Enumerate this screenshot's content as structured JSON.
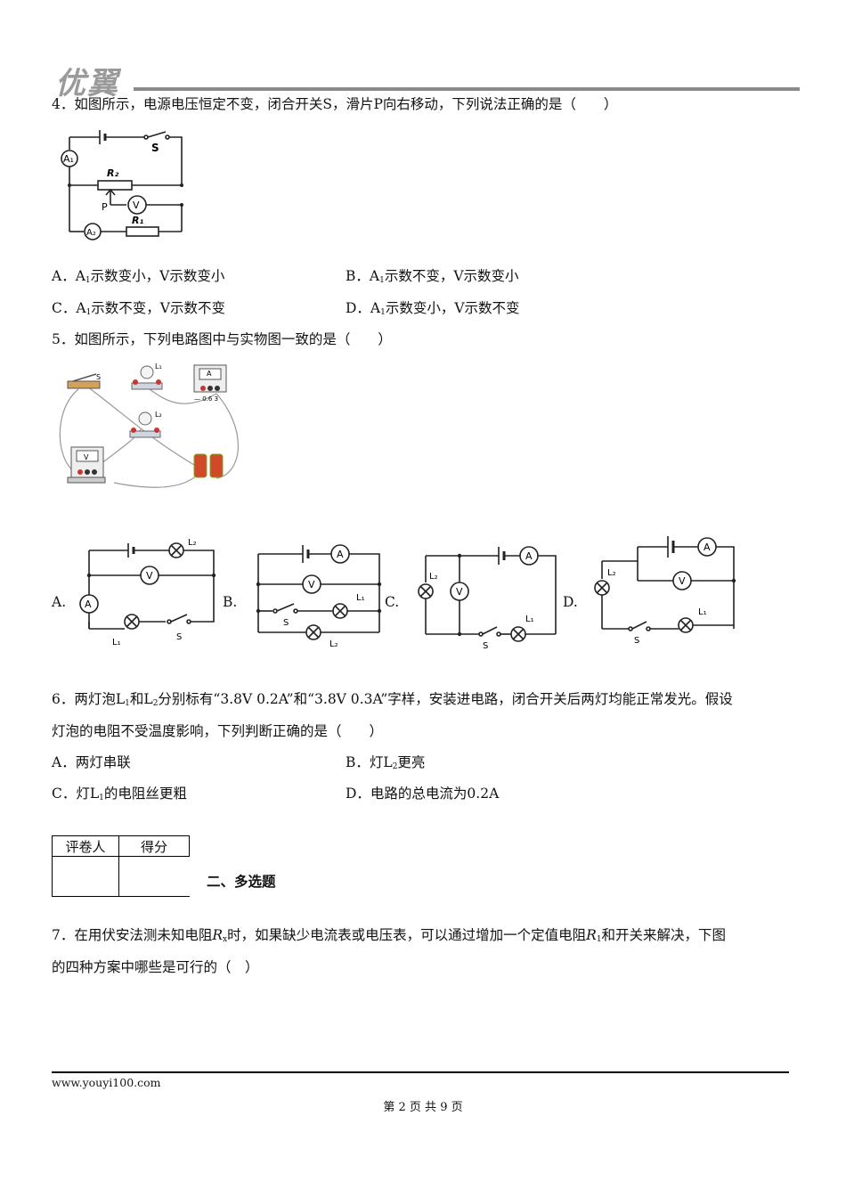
{
  "header": {
    "logo_text": "优翼"
  },
  "q4": {
    "text": "4．如图所示，电源电压恒定不变，闭合开关S，滑片P向右移动，下列说法正确的是（　　）",
    "options": {
      "A": "A．A₁示数变小，V示数变小",
      "B": "B．A₁示数不变，V示数变小",
      "C": "C．A₁示数不变，V示数不变",
      "D": "D．A₁示数变小，V示数不变"
    }
  },
  "q5": {
    "text": "5．如图所示，下列电路图中与实物图一致的是（　　）",
    "option_letters": [
      "A.",
      "B.",
      "C.",
      "D."
    ]
  },
  "q6": {
    "line1": "6．两灯泡L₁和L₂分别标有“3.8V 0.2A”和“3.8V 0.3A”字样，安装进电路，闭合开关后两灯均能正常发光。假设",
    "line2": "灯泡的电阻不受温度影响，下列判断正确的是（　　）",
    "options": {
      "A": "A．两灯串联",
      "B": "B．灯L₂更亮",
      "C": "C．灯L₁的电阻丝更粗",
      "D": "D．电路的总电流为0.2A"
    }
  },
  "score_table": {
    "col1": "评卷人",
    "col2": "得分"
  },
  "section2": {
    "title": "二、多选题"
  },
  "q7": {
    "line1": "7．在用伏安法测未知电阻Rₓ时，如果缺少电流表或电压表，可以通过增加一个定值电阻R₁和开关来解决，下图",
    "line2": "的四种方案中哪些是可行的（　）"
  },
  "footer": {
    "url": "www.youyi100.com",
    "page": "第 2 页 共 9 页"
  }
}
